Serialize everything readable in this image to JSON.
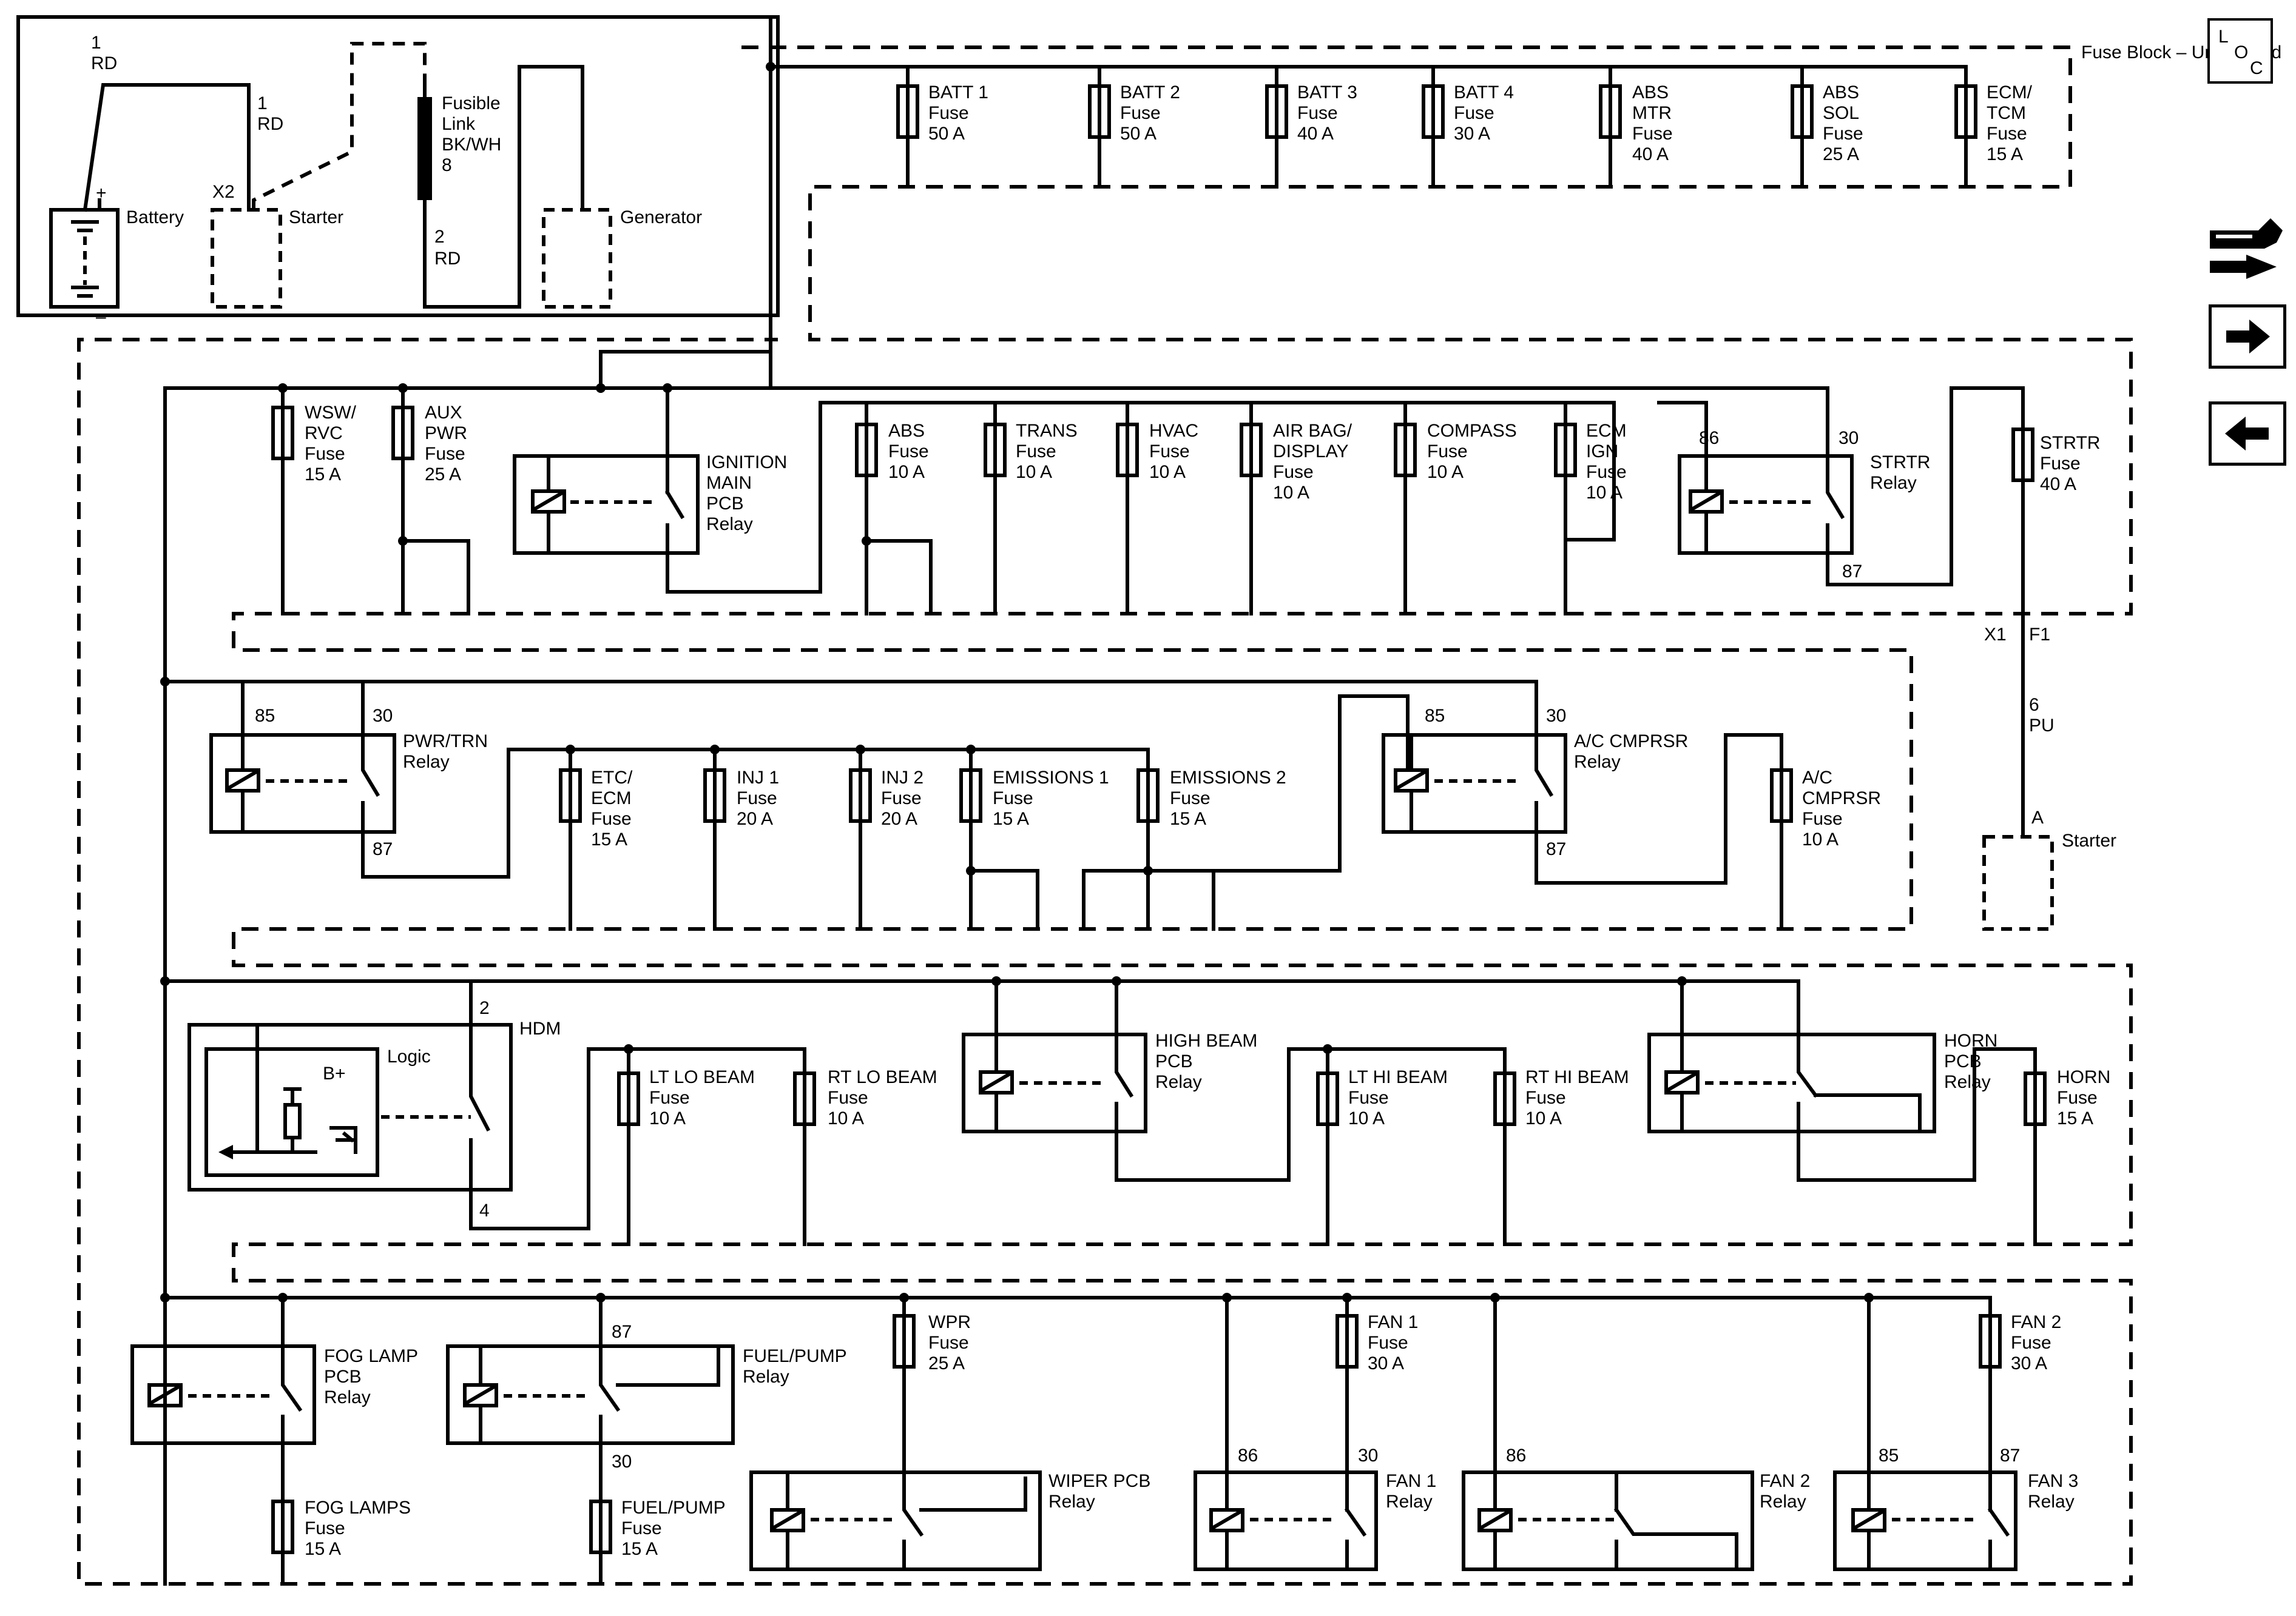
{
  "fuse_block_title": "Fuse Block – Underhood",
  "battery": {
    "name": "Battery",
    "plus": "+",
    "minus": "–"
  },
  "starter_top": {
    "name": "Starter",
    "conn": "X2"
  },
  "generator": {
    "name": "Generator"
  },
  "starter_bottom": {
    "name": "Starter",
    "conn": "A"
  },
  "wires": {
    "w1": {
      "num": "1",
      "color": "RD"
    },
    "w2": {
      "num": "1",
      "color": "RD"
    },
    "w3": {
      "num": "2",
      "color": "RD"
    },
    "w4": {
      "num": "6",
      "color": "PU"
    },
    "fusible_link": [
      "Fusible",
      "Link",
      "BK/WH",
      "8"
    ]
  },
  "connectors": {
    "x1": "X1",
    "f1": "F1"
  },
  "batt_fuses": [
    {
      "l1": "BATT 1",
      "l2": "Fuse",
      "l3": "50 A"
    },
    {
      "l1": "BATT 2",
      "l2": "Fuse",
      "l3": "50 A"
    },
    {
      "l1": "BATT 3",
      "l2": "Fuse",
      "l3": "40 A"
    },
    {
      "l1": "BATT 4",
      "l2": "Fuse",
      "l3": "30 A"
    },
    {
      "l1": "ABS",
      "l2": "MTR",
      "l3": "Fuse",
      "l4": "40 A"
    },
    {
      "l1": "ABS",
      "l2": "SOL",
      "l3": "Fuse",
      "l4": "25 A"
    },
    {
      "l1": "ECM/",
      "l2": "TCM",
      "l3": "Fuse",
      "l4": "15 A"
    }
  ],
  "row2_fuses": [
    {
      "l1": "WSW/",
      "l2": "RVC",
      "l3": "Fuse",
      "l4": "15 A"
    },
    {
      "l1": "AUX",
      "l2": "PWR",
      "l3": "Fuse",
      "l4": "25 A"
    },
    {
      "l1": "ABS",
      "l2": "Fuse",
      "l3": "10 A"
    },
    {
      "l1": "TRANS",
      "l2": "Fuse",
      "l3": "10 A"
    },
    {
      "l1": "HVAC",
      "l2": "Fuse",
      "l3": "10 A"
    },
    {
      "l1": "AIR BAG/",
      "l2": "DISPLAY",
      "l3": "Fuse",
      "l4": "10 A"
    },
    {
      "l1": "COMPASS",
      "l2": "Fuse",
      "l3": "10 A"
    },
    {
      "l1": "ECM",
      "l2": "IGN",
      "l3": "Fuse",
      "l4": "10 A"
    },
    {
      "l1": "STRTR",
      "l2": "Fuse",
      "l3": "40 A"
    }
  ],
  "row3_fuses": [
    {
      "l1": "ETC/",
      "l2": "ECM",
      "l3": "Fuse",
      "l4": "15 A"
    },
    {
      "l1": "INJ 1",
      "l2": "Fuse",
      "l3": "20 A"
    },
    {
      "l1": "INJ 2",
      "l2": "Fuse",
      "l3": "20 A"
    },
    {
      "l1": "EMISSIONS 1",
      "l2": "Fuse",
      "l3": "15 A"
    },
    {
      "l1": "EMISSIONS 2",
      "l2": "Fuse",
      "l3": "15 A"
    },
    {
      "l1": "A/C",
      "l2": "CMPRSR",
      "l3": "Fuse",
      "l4": "10 A"
    }
  ],
  "row4_fuses": [
    {
      "l1": "LT LO BEAM",
      "l2": "Fuse",
      "l3": "10 A"
    },
    {
      "l1": "RT LO BEAM",
      "l2": "Fuse",
      "l3": "10 A"
    },
    {
      "l1": "LT HI BEAM",
      "l2": "Fuse",
      "l3": "10 A"
    },
    {
      "l1": "RT HI BEAM",
      "l2": "Fuse",
      "l3": "10 A"
    },
    {
      "l1": "HORN",
      "l2": "Fuse",
      "l3": "15 A"
    }
  ],
  "row5_fuses": [
    {
      "l1": "FOG LAMPS",
      "l2": "Fuse",
      "l3": "15 A"
    },
    {
      "l1": "FUEL/PUMP",
      "l2": "Fuse",
      "l3": "15 A"
    },
    {
      "l1": "WPR",
      "l2": "Fuse",
      "l3": "25 A"
    },
    {
      "l1": "FAN 1",
      "l2": "Fuse",
      "l3": "30 A"
    },
    {
      "l1": "FAN 2",
      "l2": "Fuse",
      "l3": "30 A"
    }
  ],
  "relays": {
    "ign_main": {
      "l1": "IGNITION",
      "l2": "MAIN",
      "l3": "PCB",
      "l4": "Relay"
    },
    "strtr": {
      "l1": "STRTR",
      "l2": "Relay",
      "p86": "86",
      "p30": "30",
      "p87": "87"
    },
    "pwr_trn": {
      "l1": "PWR/TRN",
      "l2": "Relay",
      "p85": "85",
      "p30": "30",
      "p87": "87"
    },
    "ac_cmprsr": {
      "l1": "A/C CMPRSR",
      "l2": "Relay",
      "p85": "85",
      "p30": "30",
      "p87": "87"
    },
    "high_beam": {
      "l1": "HIGH BEAM",
      "l2": "PCB",
      "l3": "Relay"
    },
    "horn": {
      "l1": "HORN",
      "l2": "PCB",
      "l3": "Relay"
    },
    "fog_lamp": {
      "l1": "FOG LAMP",
      "l2": "PCB",
      "l3": "Relay"
    },
    "fuel_pump": {
      "l1": "FUEL/PUMP",
      "l2": "Relay",
      "p87": "87",
      "p30": "30"
    },
    "wiper": {
      "l1": "WIPER PCB",
      "l2": "Relay"
    },
    "fan1": {
      "l1": "FAN 1",
      "l2": "Relay",
      "p86": "86",
      "p30": "30"
    },
    "fan2": {
      "l1": "FAN 2",
      "l2": "Relay",
      "p86": "86"
    },
    "fan3": {
      "l1": "FAN 3",
      "l2": "Relay",
      "p85": "85",
      "p87": "87"
    }
  },
  "hdm": {
    "name": "HDM",
    "logic": "Logic",
    "bplus": "B+",
    "pin2": "2",
    "pin4": "4"
  },
  "loc_icon": {
    "l": "L",
    "o": "O",
    "c": "C"
  },
  "nav": {
    "icons": [
      "connector-tool-icon",
      "arrow-right-icon",
      "arrow-left-icon"
    ]
  }
}
